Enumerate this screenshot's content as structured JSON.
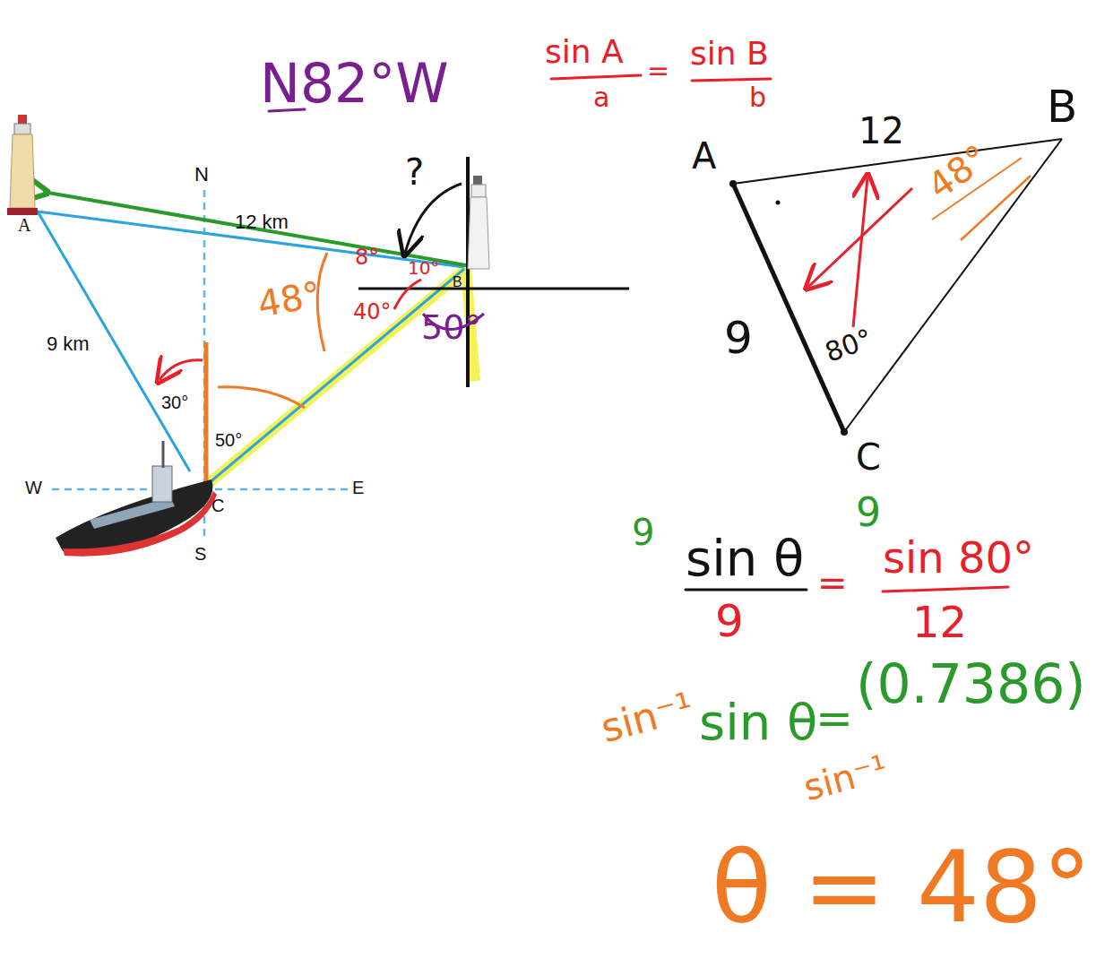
{
  "diagram": {
    "labels": [
      "N82°W",
      "sin A",
      "=",
      "sin B",
      "a",
      "b",
      "A",
      "12",
      "B",
      "48°",
      "9",
      "80°",
      "C",
      "9",
      "sin θ",
      "9",
      "=",
      "9",
      "sin 80°",
      "12",
      "sin⁻¹",
      "sin θ",
      "=",
      "(0.7386)",
      "sin⁻¹",
      "θ = 48°",
      "N",
      "12 km",
      "A",
      "9 km",
      "30°",
      "50°",
      "W",
      "E",
      "C",
      "S",
      "B",
      "?",
      "8°",
      "10°",
      "40°",
      "50°",
      "48°"
    ]
  }
}
